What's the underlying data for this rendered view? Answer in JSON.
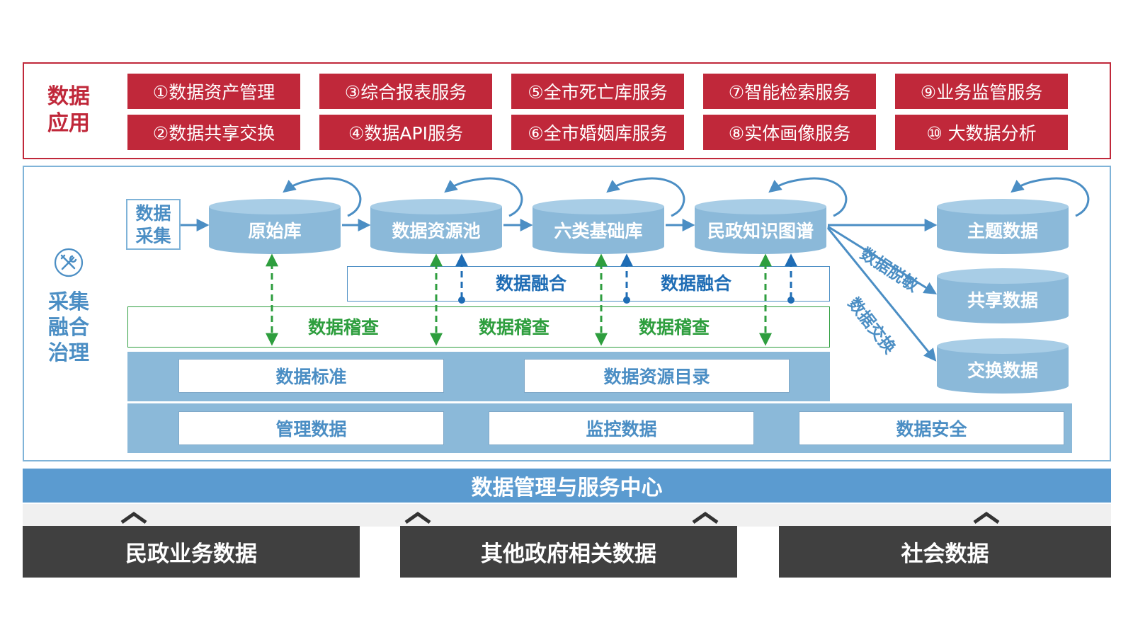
{
  "app_section": {
    "title": "数据\n应用",
    "services": [
      "①数据资产管理",
      "③综合报表服务",
      "⑤全市死亡库服务",
      "⑦智能检索服务",
      "⑨业务监管服务",
      "②数据共享交换",
      "④数据API服务",
      "⑥全市婚姻库服务",
      "⑧实体画像服务",
      "⑩  大数据分析"
    ]
  },
  "governance": {
    "title": "采集\n融合\n治理",
    "collect_label": "数据\n采集",
    "pipeline": [
      "原始库",
      "数据资源池",
      "六类基础库",
      "民政知识图谱"
    ],
    "fusion_labels": [
      "数据融合",
      "数据融合"
    ],
    "audit_labels": [
      "数据稽查",
      "数据稽查",
      "数据稽查"
    ],
    "standards": [
      "数据标准",
      "数据资源目录"
    ],
    "management": [
      "管理数据",
      "监控数据",
      "数据安全"
    ],
    "outputs": [
      "主题数据",
      "共享数据",
      "交换数据"
    ],
    "diag_labels": [
      "数据脱敏",
      "数据交换"
    ]
  },
  "center_title": "数据管理与服务中心",
  "sources": [
    "民政业务数据",
    "其他政府相关数据",
    "社会数据"
  ],
  "colors": {
    "app_red": "#c0283a",
    "gov_blue": "#4b8ec4",
    "cylinder": "#8bb9d9",
    "audit_green": "#2e9e3e",
    "fusion_blue": "#1f6db5",
    "source_dark": "#404040"
  },
  "icons": {
    "governance": "wrench-screwdriver-icon"
  }
}
